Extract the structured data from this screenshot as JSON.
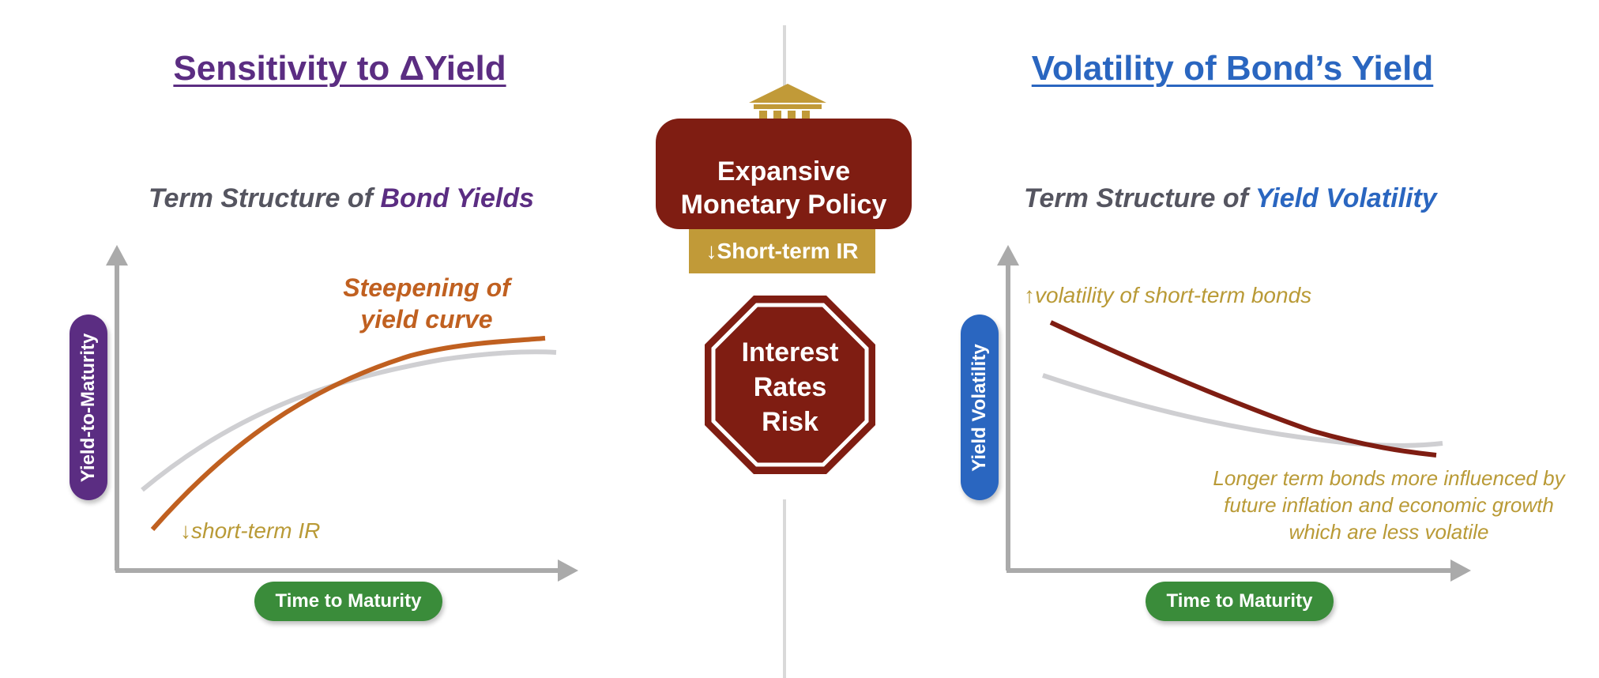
{
  "colors": {
    "purple": "#5b2d82",
    "blue": "#2a66c0",
    "maroon": "#7f1d12",
    "gold": "#c19a38",
    "annot_gold": "#b99a36",
    "orange": "#c06020",
    "green": "#3a8c3a",
    "gray_axis": "#aaaaaa",
    "gray_curve": "#cfcfd2"
  },
  "left": {
    "title": "Sensitivity to ΔYield",
    "subtitle_prefix": "Term Structure of ",
    "subtitle_emph": "Bond Yields",
    "y_axis_label": "Yield-to-Maturity",
    "x_axis_label": "Time to Maturity",
    "curve_label_line1": "Steepening of",
    "curve_label_line2": "yield curve",
    "arrow_note_symbol": "↓",
    "arrow_note_text": "short-term IR"
  },
  "center": {
    "policy_line1": "Expansive",
    "policy_line2": "Monetary Policy",
    "policy_sub": "↓Short-term IR",
    "risk_line1": "Interest",
    "risk_line2": "Rates",
    "risk_line3": "Risk",
    "icon": "bank-building-icon"
  },
  "right": {
    "title": "Volatility of Bond’s Yield",
    "subtitle_prefix": "Term Structure of ",
    "subtitle_emph": "Yield Volatility",
    "y_axis_label": "Yield Volatility",
    "x_axis_label": "Time to Maturity",
    "arrow_note_symbol": "↑",
    "arrow_note_text": "volatility of short-term bonds",
    "note_line1": "Longer term bonds more influenced by",
    "note_line2": "future inflation and economic growth",
    "note_line3": "which are less volatile"
  }
}
